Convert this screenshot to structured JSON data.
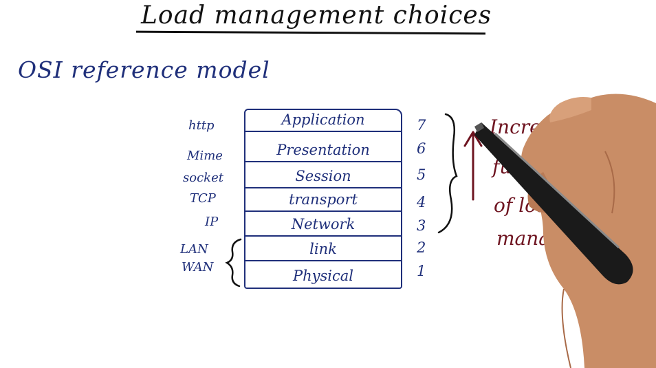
{
  "title": "Load management choices",
  "subtitle": "OSI reference model",
  "layers": [
    {
      "name": "Application",
      "number": "7",
      "protocol": "http"
    },
    {
      "name": "Presentation",
      "number": "6",
      "protocol": "Mime"
    },
    {
      "name": "Session",
      "number": "5",
      "protocol": "socket"
    },
    {
      "name": "transport",
      "number": "4",
      "protocol": "TCP"
    },
    {
      "name": "Network",
      "number": "3",
      "protocol": "IP"
    },
    {
      "name": "link",
      "number": "2",
      "protocol": ""
    },
    {
      "name": "Physical",
      "number": "1",
      "protocol": ""
    }
  ],
  "lan_wan": {
    "lan": "LAN",
    "wan": "WAN"
  },
  "annotation": {
    "line1": "Increasing",
    "line2": "functionality",
    "line3": "of load",
    "line4": "manager"
  },
  "colors": {
    "ink_blue": "#1f2f7a",
    "ink_red": "#6e1420",
    "ink_black": "#111111"
  }
}
